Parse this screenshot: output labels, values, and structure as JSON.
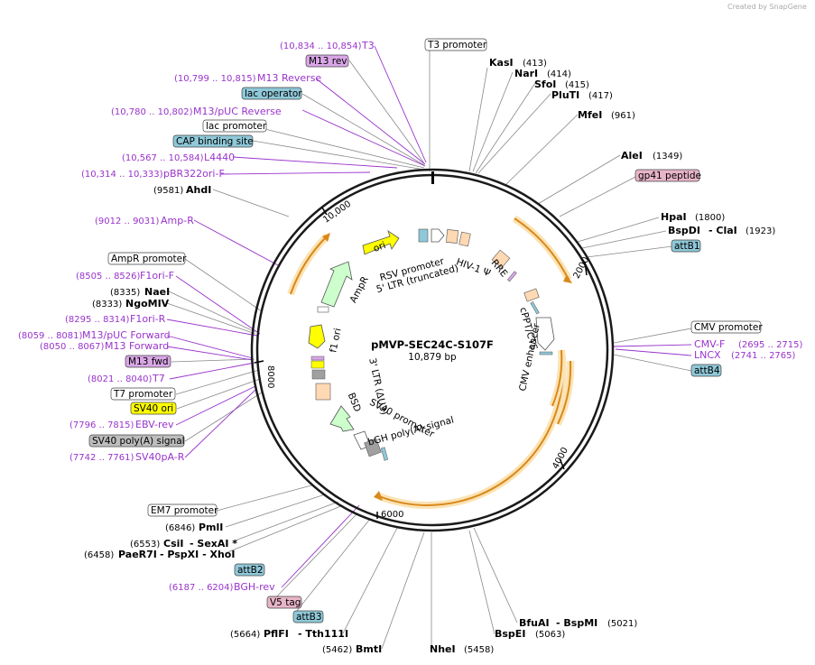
{
  "watermark": "Created by SnapGene",
  "plasmid": {
    "name": "pMVP-SEC24C-S107F",
    "size": "10,879 bp"
  },
  "ticks": [
    "2000",
    "4000",
    "6000",
    "8000",
    "10,000"
  ],
  "enzymes": [
    {
      "name": "KasI",
      "pos": "(413)"
    },
    {
      "name": "NarI",
      "pos": "(414)"
    },
    {
      "name": "SfoI",
      "pos": "(415)"
    },
    {
      "name": "PluTI",
      "pos": "(417)"
    },
    {
      "name": "MfeI",
      "pos": "(961)"
    },
    {
      "name": "AleI",
      "pos": "(1349)"
    },
    {
      "name": "HpaI",
      "pos": "(1800)"
    },
    {
      "name": "BspDI",
      "name2": "- ClaI",
      "pos": "(1923)"
    },
    {
      "name": "BfuAI",
      "name2": "- BspMI",
      "pos": "(5021)"
    },
    {
      "name": "BspEI",
      "pos": "(5063)"
    },
    {
      "name": "NheI",
      "pos": "(5458)"
    },
    {
      "name": "BmtI",
      "pos": "(5462)"
    },
    {
      "name": "PflFI",
      "name2": "- Tth111I",
      "pos": "(5664)"
    },
    {
      "name": "PaeR7I",
      "name2": "- PspXI   - XhoI",
      "pos": "(6458)"
    },
    {
      "name": "CsiI",
      "name2": "- SexAI *",
      "pos": "(6553)"
    },
    {
      "name": "PmlI",
      "pos": "(6846)"
    },
    {
      "name": "NgoMIV",
      "pos": "(8333)"
    },
    {
      "name": "NaeI",
      "pos": "(8335)"
    },
    {
      "name": "AhdI",
      "pos": "(9581)"
    }
  ],
  "primers": [
    {
      "name": "T3",
      "range": "(10,834 .. 10,854)"
    },
    {
      "name": "M13 Reverse",
      "range": "(10,799 .. 10,815)"
    },
    {
      "name": "M13/pUC Reverse",
      "range": "(10,780 .. 10,802)"
    },
    {
      "name": "L4440",
      "range": "(10,567 .. 10,584)"
    },
    {
      "name": "pBR322ori-F",
      "range": "(10,314 .. 10,333)"
    },
    {
      "name": "Amp-R",
      "range": "(9012 .. 9031)"
    },
    {
      "name": "F1ori-F",
      "range": "(8505 .. 8526)"
    },
    {
      "name": "F1ori-R",
      "range": "(8295 .. 8314)"
    },
    {
      "name": "M13/pUC Forward",
      "range": "(8059 .. 8081)"
    },
    {
      "name": "M13 Forward",
      "range": "(8050 .. 8067)"
    },
    {
      "name": "T7",
      "range": "(8021 .. 8040)"
    },
    {
      "name": "EBV-rev",
      "range": "(7796 .. 7815)"
    },
    {
      "name": "SV40pA-R",
      "range": "(7742 .. 7761)"
    },
    {
      "name": "BGH-rev",
      "range": "(6187 .. 6204)"
    },
    {
      "name": "CMV-F",
      "range": "(2695 .. 2715)"
    },
    {
      "name": "LNCX",
      "range": "(2741 .. 2765)"
    }
  ],
  "boxes": [
    {
      "text": "T3 promoter",
      "fill": "#ffffff"
    },
    {
      "text": "M13 rev",
      "fill": "#d9a6e6"
    },
    {
      "text": "lac operator",
      "fill": "#8fc8d8"
    },
    {
      "text": "lac promoter",
      "fill": "#ffffff"
    },
    {
      "text": "CAP binding site",
      "fill": "#8fc8d8"
    },
    {
      "text": "gp41 peptide",
      "fill": "#e8b4c8"
    },
    {
      "text": "attB1",
      "fill": "#8fc8d8"
    },
    {
      "text": "CMV promoter",
      "fill": "#ffffff"
    },
    {
      "text": "attB4",
      "fill": "#8fc8d8"
    },
    {
      "text": "AmpR promoter",
      "fill": "#ffffff"
    },
    {
      "text": "M13 fwd",
      "fill": "#d9a6e6"
    },
    {
      "text": "T7 promoter",
      "fill": "#ffffff"
    },
    {
      "text": "SV40 ori",
      "fill": "#ffff00"
    },
    {
      "text": "SV40 poly(A) signal",
      "fill": "#bdbdbd"
    },
    {
      "text": "EM7 promoter",
      "fill": "#ffffff"
    },
    {
      "text": "attB2",
      "fill": "#8fc8d8"
    },
    {
      "text": "V5 tag",
      "fill": "#e8b4c8"
    },
    {
      "text": "attB3",
      "fill": "#8fc8d8"
    }
  ],
  "inner_features": {
    "ori": "ori",
    "rsv": "RSV promoter",
    "ltr5": "5' LTR (truncated)",
    "hiv": "HIV-1 Ψ",
    "rre": "RRE",
    "cppt": "cPPT/CTS",
    "cmv_enh": "CMV enhancer",
    "ampr": "AmpR",
    "f1ori": "f1 ori",
    "ltr3": "3' LTR (ΔU3)",
    "bsd": "BSD",
    "sv40p": "SV40 promoter",
    "bgh": "bGH poly(A) signal"
  },
  "colors": {
    "primer": "#9933cc",
    "orf": "#f0a030",
    "backbone": "#1a1a1a"
  }
}
